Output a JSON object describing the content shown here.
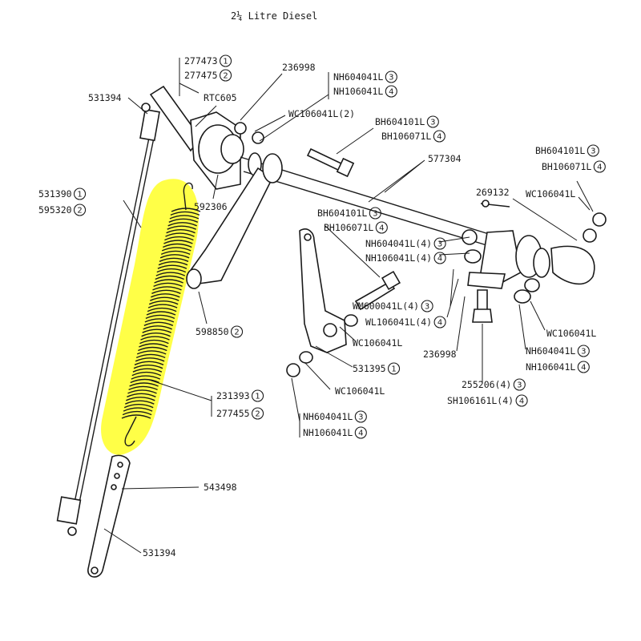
{
  "title": "2¼ Litre Diesel",
  "highlight_color": "#ffff33",
  "labels": {
    "p277473": "277473",
    "p277475": "277475",
    "p236998_top": "236998",
    "p531394_top": "531394",
    "rtc605": "RTC605",
    "nh604041l_top": "NH604041L",
    "nh106041l_top": "NH106041L",
    "wc106041l_2": "WC106041L(2)",
    "bh604101l_mid": "BH604101L",
    "bh106071l_mid": "BH106071L",
    "p577304": "577304",
    "bh604101l_right": "BH604101L",
    "bh106071l_right": "BH106071L",
    "p531390": "531390",
    "p595320": "595320",
    "p592306": "592306",
    "p269132": "269132",
    "wc106041l_right_top": "WC106041L",
    "bh604101l_left": "BH604101L",
    "bh106071l_left": "BH106071L",
    "nh604041l_4": "NH604041L(4)",
    "nh106041l_4": "NH106041L(4)",
    "p598850": "598850",
    "wm600041l_4": "WM600041L(4)",
    "wl106041l_4": "WL106041L(4)",
    "wc106041l_center": "WC106041L",
    "p236998_bottom": "236998",
    "wc106041l_right_bottom": "WC106041L",
    "nh604041l_right": "NH604041L",
    "nh106041l_right": "NH106041L",
    "p531395": "531395",
    "wc106041l_lower": "WC106041L",
    "p255206_4": "255206(4)",
    "sh106161l_4": "SH106161L(4)",
    "p231393": "231393",
    "p277455": "277455",
    "nh604041l_bottom": "NH604041L",
    "nh106041l_bottom": "NH106041L",
    "p543498": "543498",
    "p531394_bottom": "531394"
  },
  "circled": {
    "c1": "1",
    "c2": "2",
    "c3": "3",
    "c4": "4"
  }
}
